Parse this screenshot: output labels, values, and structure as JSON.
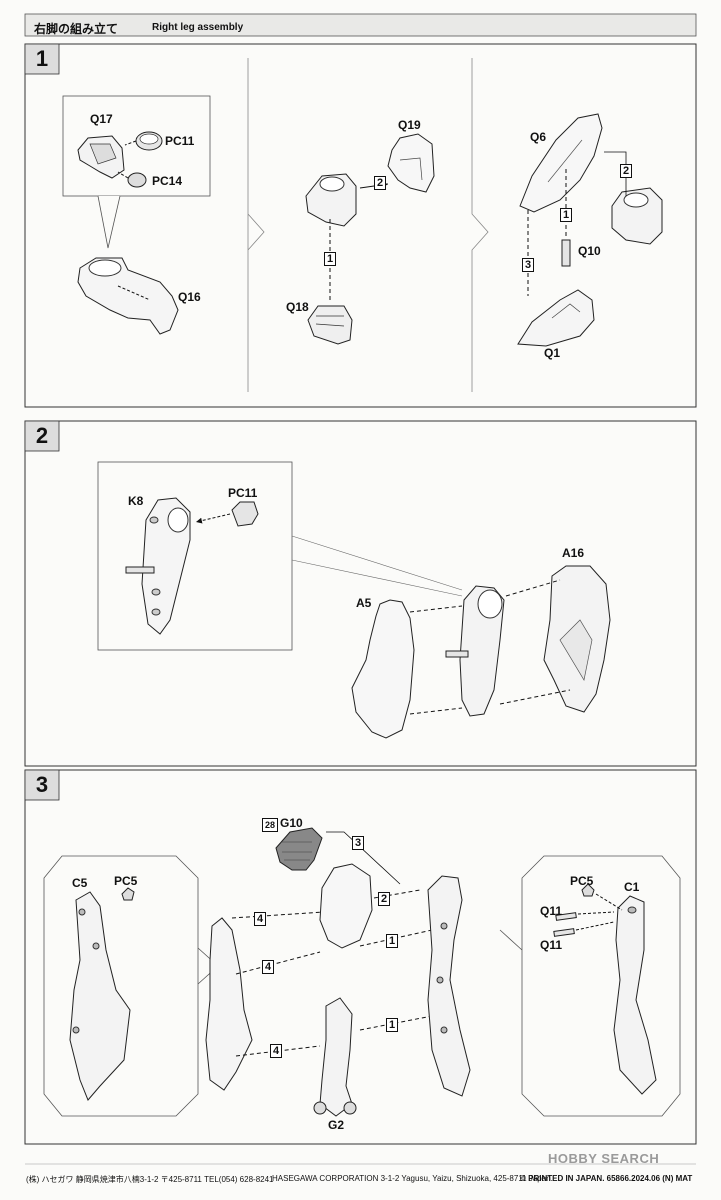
{
  "header": {
    "title_jp": "右脚の組み立て",
    "title_en": "Right leg assembly"
  },
  "steps": [
    {
      "number": "1"
    },
    {
      "number": "2"
    },
    {
      "number": "3"
    }
  ],
  "step1_labels": {
    "q17": "Q17",
    "pc11": "PC11",
    "pc14": "PC14",
    "q16": "Q16",
    "q19": "Q19",
    "q18": "Q18",
    "q6": "Q6",
    "q10": "Q10",
    "q1": "Q1",
    "n1": "1",
    "n2": "2",
    "n3": "3",
    "n1b": "1",
    "n2b": "2"
  },
  "step2_labels": {
    "k8": "K8",
    "pc11": "PC11",
    "a5": "A5",
    "a16": "A16"
  },
  "step3_labels": {
    "c5": "C5",
    "pc5_left": "PC5",
    "g10": "G10",
    "g10_badge": "28",
    "pc5_right": "PC5",
    "c1": "C1",
    "q11_a": "Q11",
    "q11_b": "Q11",
    "g2": "G2",
    "n4a": "4",
    "n4b": "4",
    "n4c": "4",
    "n2": "2",
    "n1a": "1",
    "n1b": "1",
    "n3": "3"
  },
  "footer": {
    "company_jp": "(株) ハセガワ  静岡県焼津市八楠3-1-2  〒425-8711  TEL(054) 628-8241",
    "company_en": "HASEGAWA CORPORATION  3-1-2 Yagusu, Yaizu, Shizuoka, 425-8711 Japan.",
    "printed": "© PRINTED IN JAPAN. 65866.2024.06 (N) MAT",
    "watermark": "HOBBY SEARCH"
  }
}
